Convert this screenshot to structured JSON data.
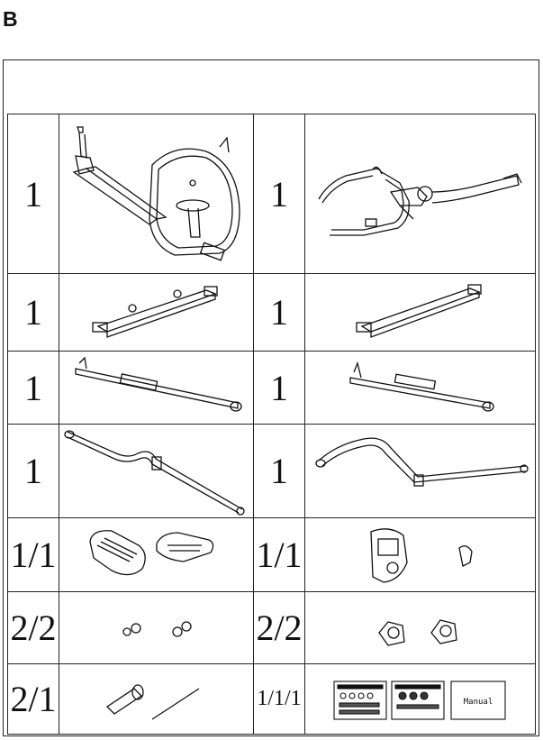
{
  "section": {
    "label": "B"
  },
  "parts": [
    {
      "qty_left": "1",
      "left_icon": "main-frame-icon",
      "qty_right": "1",
      "right_icon": "handlebar-post-icon"
    },
    {
      "qty_left": "1",
      "left_icon": "front-stabilizer-icon",
      "qty_right": "1",
      "right_icon": "rear-stabilizer-icon"
    },
    {
      "qty_left": "1",
      "left_icon": "left-pedal-arm-icon",
      "qty_right": "1",
      "right_icon": "right-pedal-arm-icon"
    },
    {
      "qty_left": "1",
      "left_icon": "left-moving-handlebar-icon",
      "qty_right": "1",
      "right_icon": "right-moving-handlebar-icon"
    },
    {
      "qty_left": "1/1",
      "left_icon": "pedals-icon",
      "qty_right": "1/1",
      "right_icon": "console-and-bracket-icon"
    },
    {
      "qty_left": "2/2",
      "left_icon": "end-caps-icon",
      "qty_right": "2/2",
      "right_icon": "pivot-covers-icon"
    },
    {
      "qty_left": "2/1",
      "left_icon": "axle-and-tube-icon",
      "qty_right": "1/1/1",
      "right_icon": "hardware-cards-and-manual-icon"
    }
  ],
  "manual_label": "Manual"
}
